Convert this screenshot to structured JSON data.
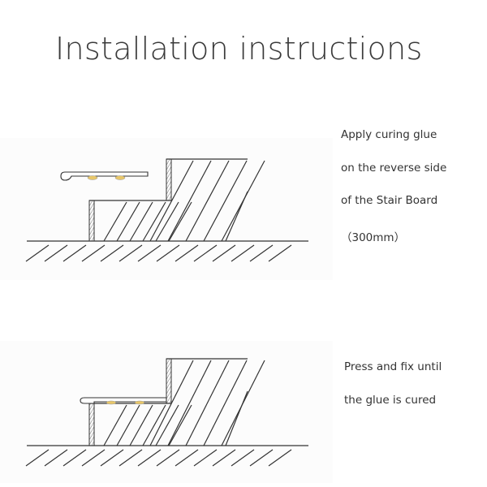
{
  "title": "Installation instructions",
  "steps": [
    {
      "lines": [
        "Apply curing glue",
        "on the reverse side",
        "of the Stair Board",
        "（300mm）"
      ]
    },
    {
      "lines": [
        "Press and fix until",
        "the glue is cured"
      ]
    }
  ],
  "colors": {
    "line": "#333333",
    "glue": "#e8c76a"
  }
}
